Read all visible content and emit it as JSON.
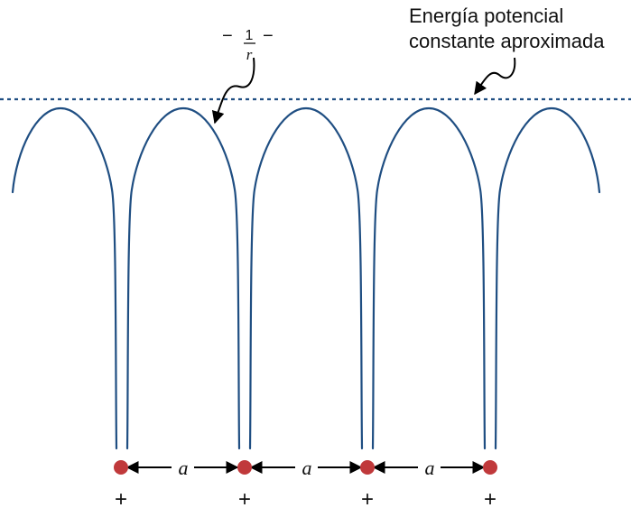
{
  "annotations": {
    "potential_line_1": "Energía potencial",
    "potential_line_2": "constante aproximada",
    "coulomb_minus_left": "−",
    "coulomb_numerator": "1",
    "coulomb_denominator": "r",
    "coulomb_minus_right": "−"
  },
  "spacing_label": "a",
  "charge_label": "+",
  "colors": {
    "curve": "#1f4e82",
    "nucleus": "#c0393b"
  }
}
